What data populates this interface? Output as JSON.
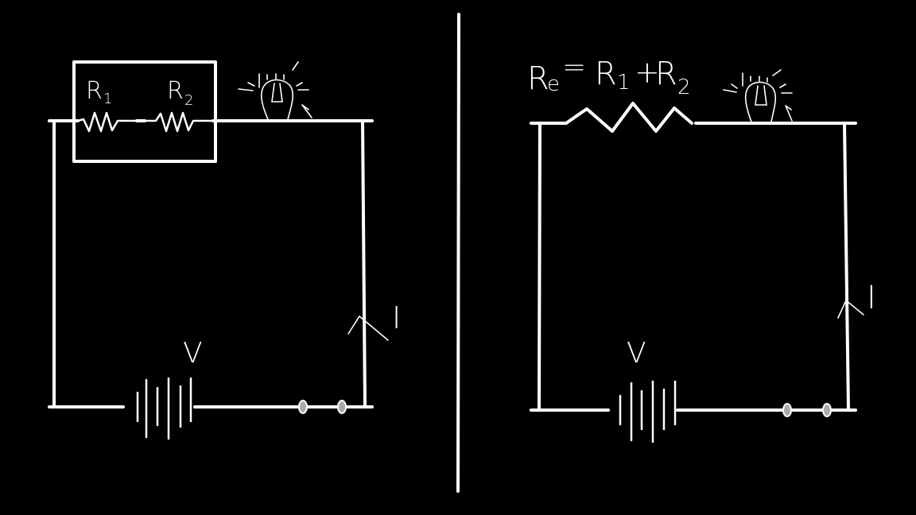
{
  "left_circuit": {
    "resistor_1": {
      "label": "R",
      "subscript": "1"
    },
    "resistor_2": {
      "label": "R",
      "subscript": "2"
    },
    "voltage_label": "V",
    "current_label": "I"
  },
  "right_circuit": {
    "equation": {
      "lhs": "R",
      "lhs_sub": "e",
      "equals": "=",
      "r1": "R",
      "r1_sub": "1",
      "plus": "+",
      "r2": "R",
      "r2_sub": "2"
    },
    "voltage_label": "V",
    "current_label": "I"
  },
  "colors": {
    "background": "#000000",
    "stroke": "#ffffff",
    "terminal": "#aaaaaa"
  }
}
